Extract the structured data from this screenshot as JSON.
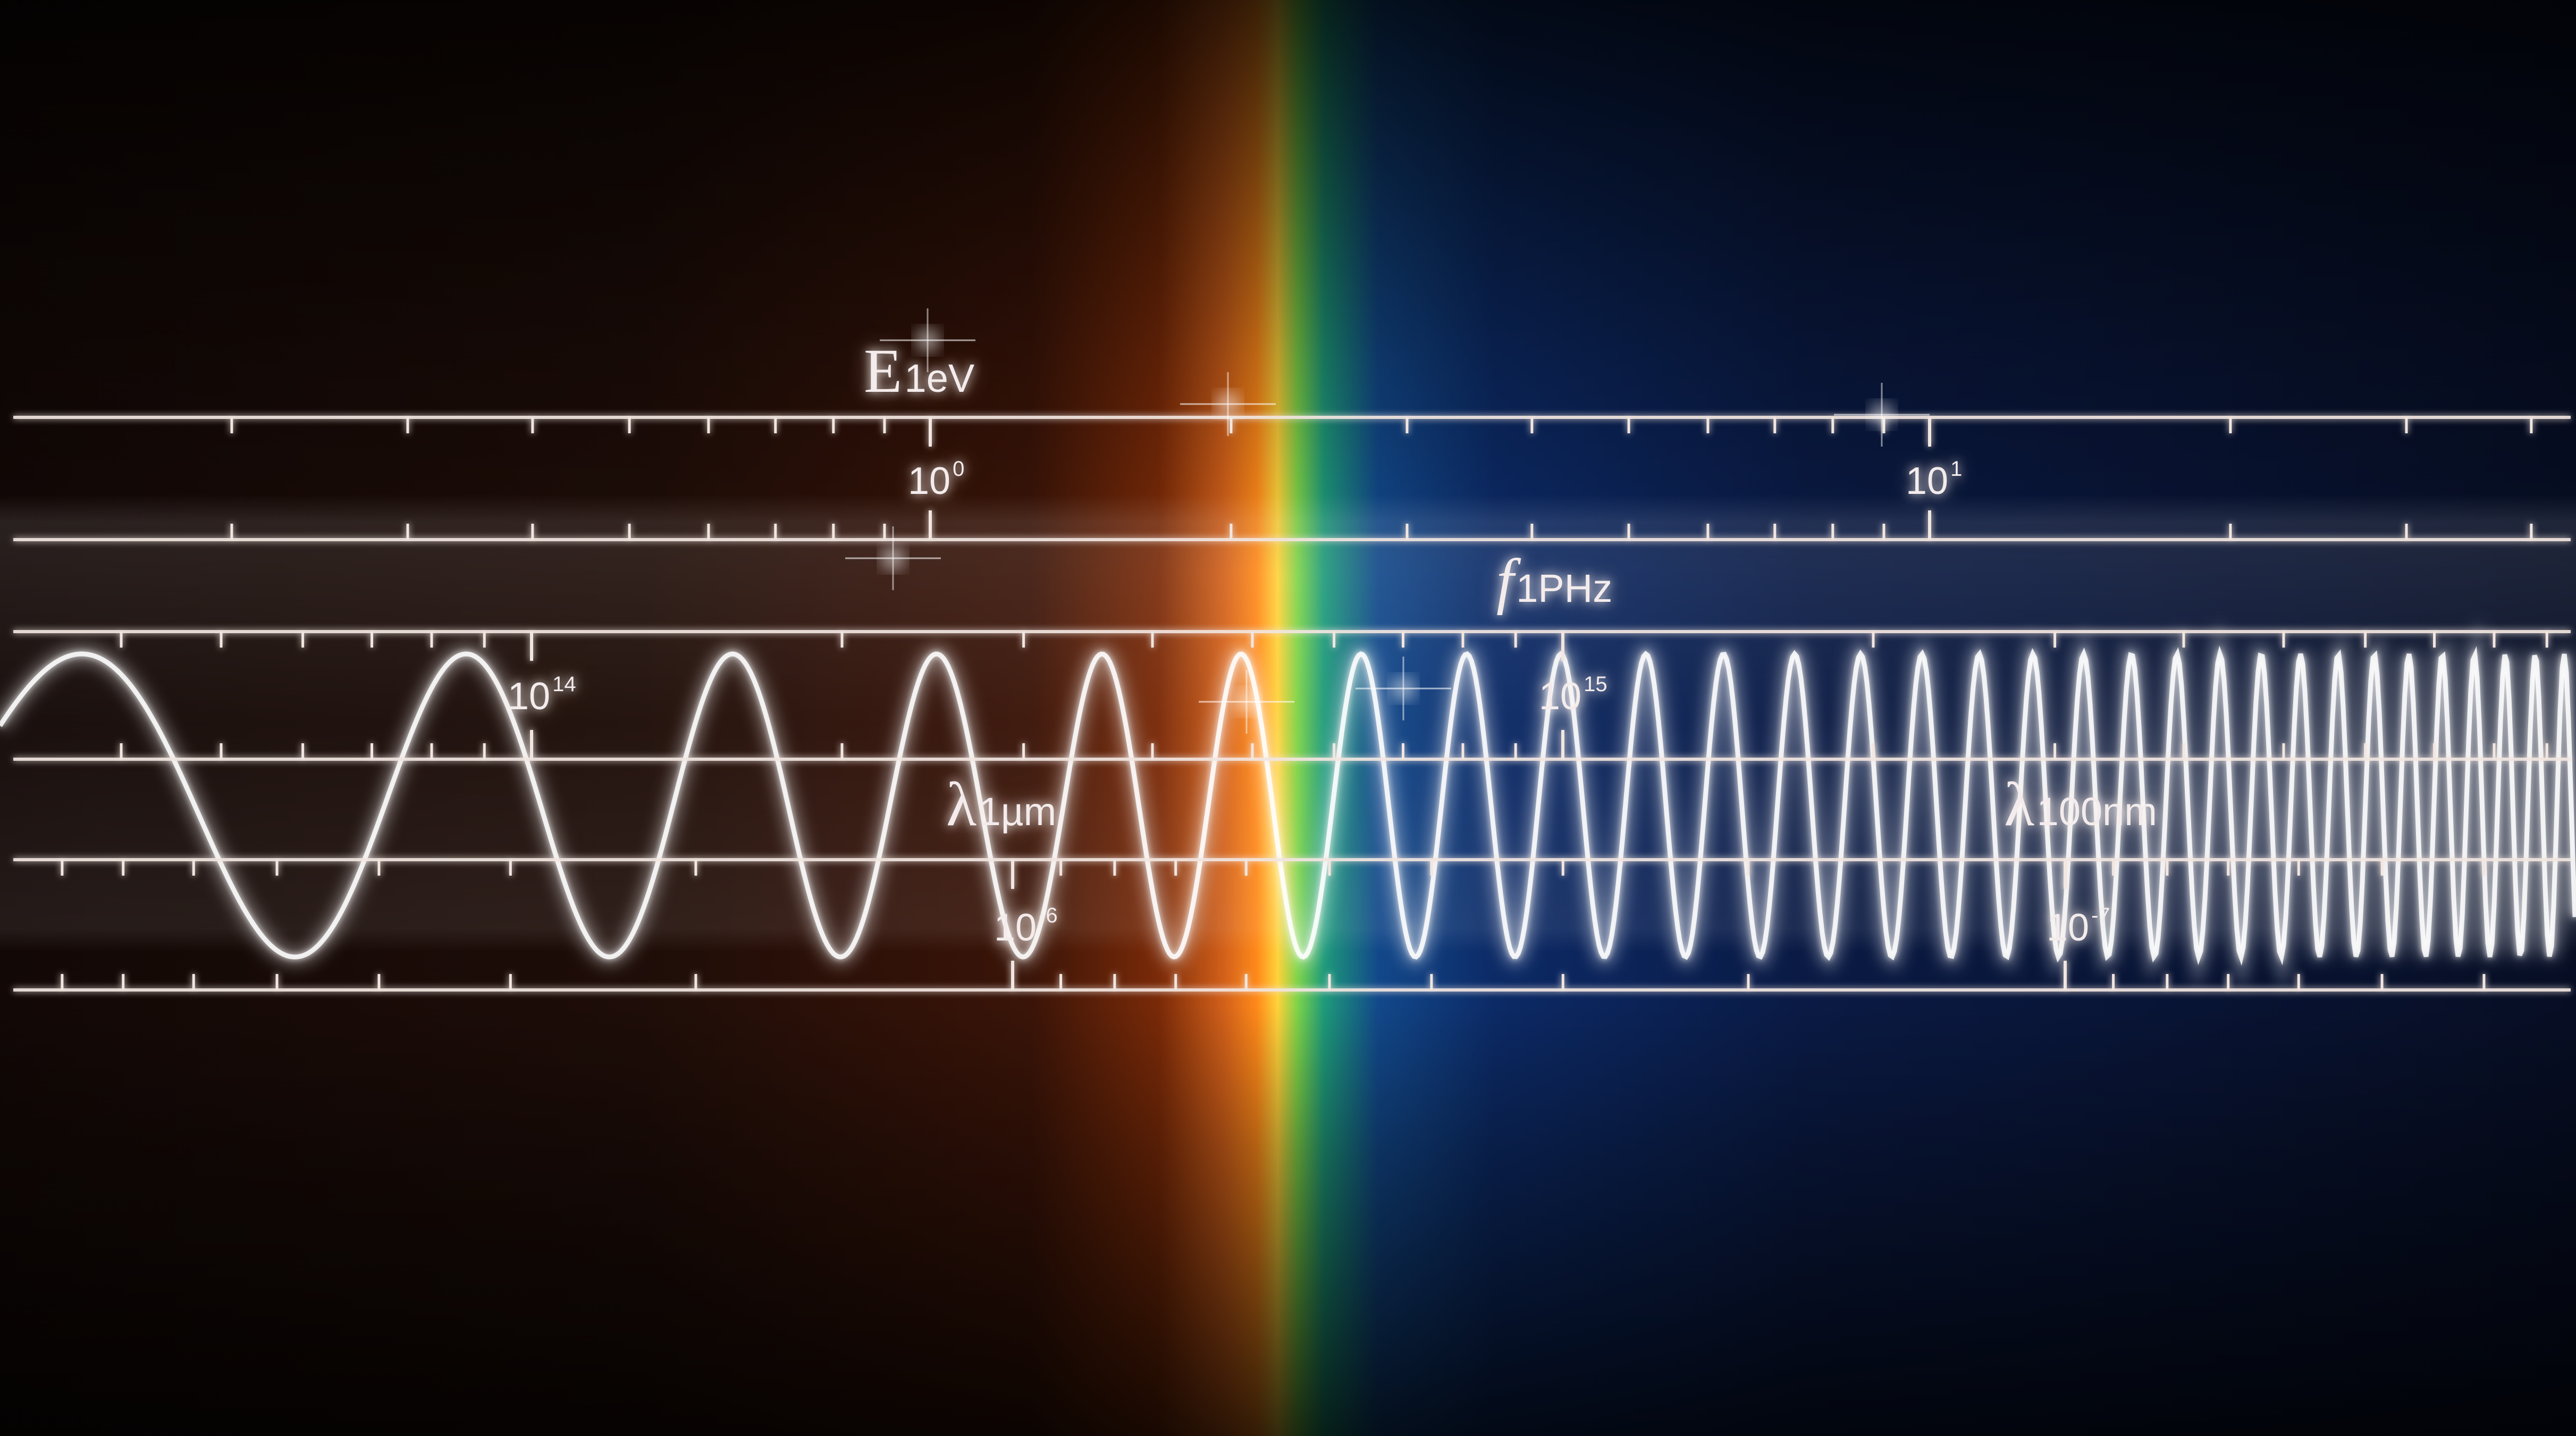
{
  "energy_scale": {
    "symbol": "E",
    "unit": "1eV",
    "ticks": [
      {
        "base": "10",
        "exponent": "0"
      },
      {
        "base": "10",
        "exponent": "1"
      }
    ]
  },
  "frequency_scale": {
    "symbol": "f",
    "unit": "1PHz",
    "ticks": [
      {
        "base": "10",
        "exponent": "14"
      },
      {
        "base": "10",
        "exponent": "15"
      }
    ]
  },
  "wavelength_scale": {
    "symbol": "λ",
    "units": [
      "1µm",
      "100nm"
    ],
    "ticks": [
      {
        "base": "10",
        "exponent": "-6"
      },
      {
        "base": "10",
        "exponent": "-7"
      }
    ]
  },
  "colors": {
    "line": "#f2e6e0",
    "wave": "#ffffff",
    "infrared": "#c4461c",
    "visible_orange": "#ff8a1a",
    "visible_green": "#7ad24a",
    "ultraviolet": "#1e4a9a"
  }
}
